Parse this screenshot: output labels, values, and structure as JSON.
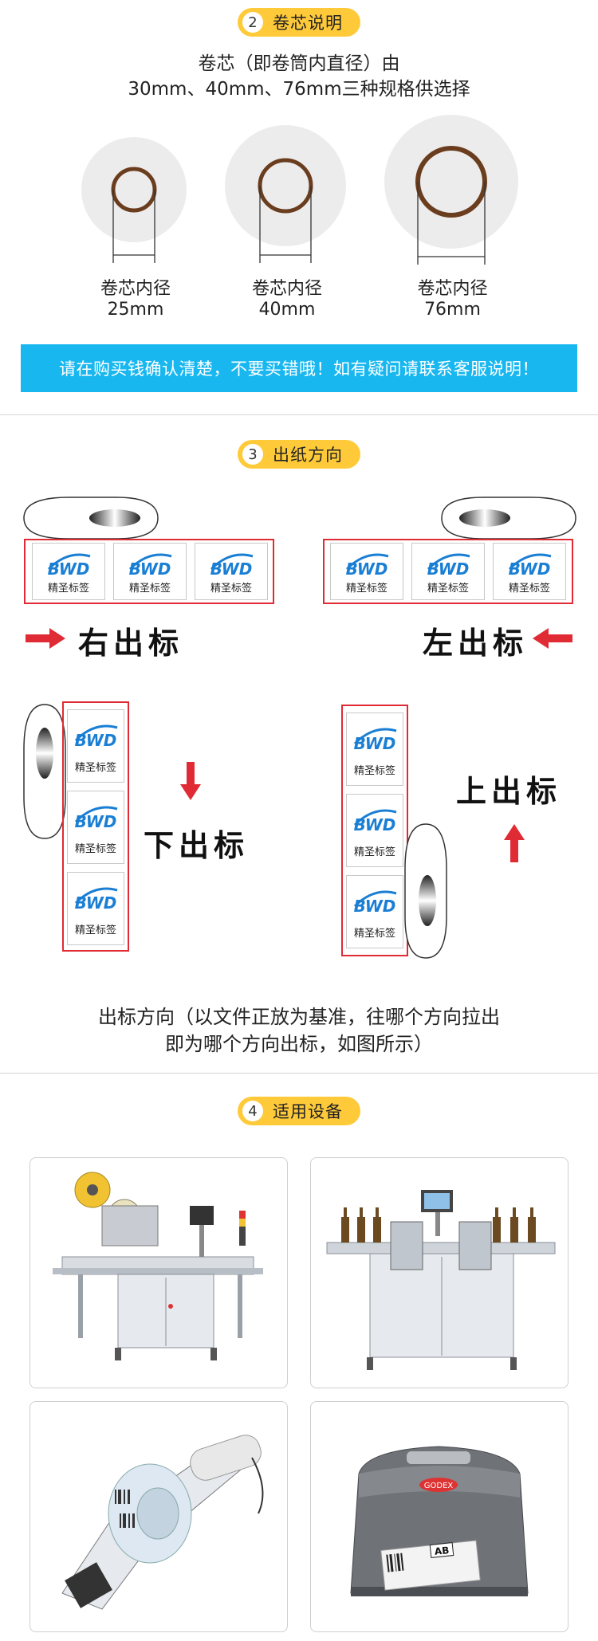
{
  "section2": {
    "num": "2",
    "title": "卷芯说明",
    "desc_line1": "卷芯（即卷筒内直径）由",
    "desc_line2": "30mm、40mm、76mm三种规格供选择",
    "cores": [
      {
        "label": "卷芯内径",
        "size": "25mm"
      },
      {
        "label": "卷芯内径",
        "size": "40mm"
      },
      {
        "label": "卷芯内径",
        "size": "76mm"
      }
    ],
    "notice": "请在购买钱确认清楚，不要买错哦！如有疑问请联系客服说明！"
  },
  "section3": {
    "num": "3",
    "title": "出纸方向",
    "label_text": "精圣标签",
    "right_out": "右出标",
    "left_out": "左出标",
    "down_out": "下出标",
    "up_out": "上出标",
    "caption_line1": "出标方向（以文件正放为基准，往哪个方向拉出",
    "caption_line2": "即为哪个方向出标，如图所示）"
  },
  "section4": {
    "num": "4",
    "title": "适用设备",
    "printer_brand": "GODEX",
    "printer_label": "AB"
  },
  "colors": {
    "pill": "#ffca3a",
    "notice_bg": "#19b7ef",
    "red": "#e02b35",
    "logo_blue": "#1a7fd4",
    "core_brown": "#6b3d1f"
  }
}
